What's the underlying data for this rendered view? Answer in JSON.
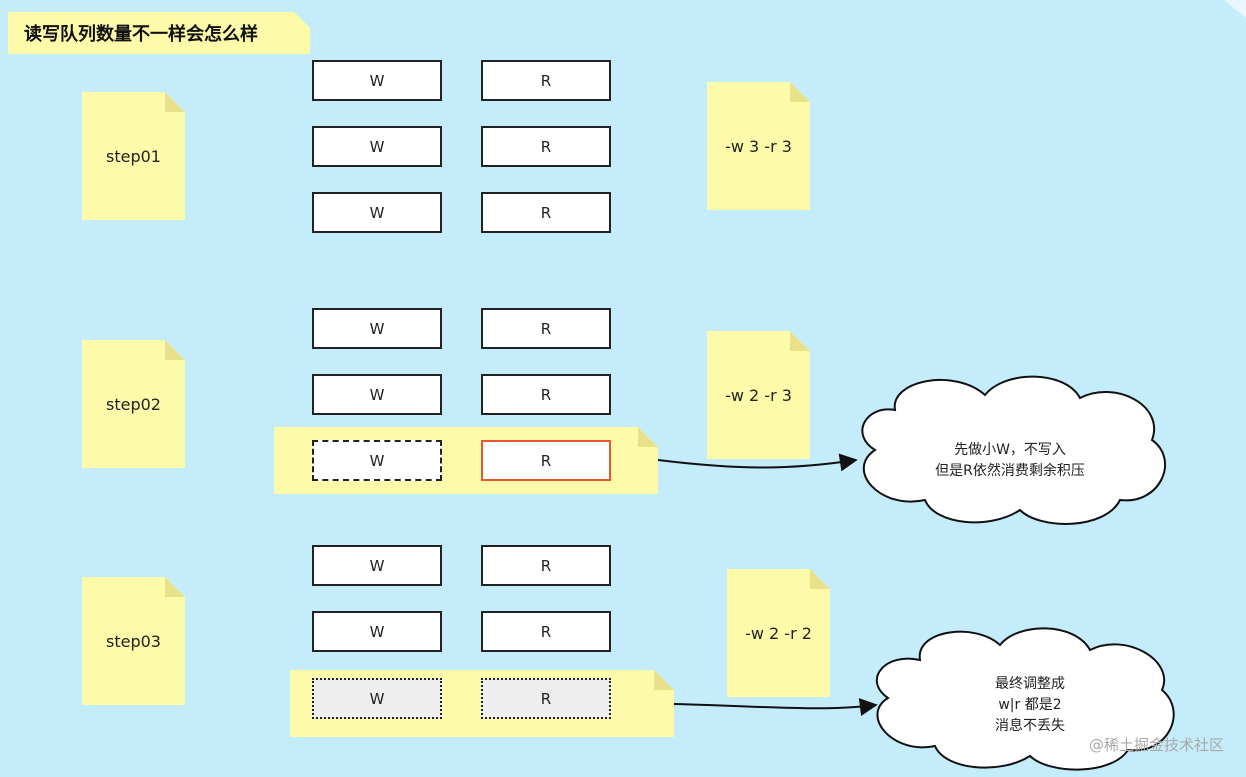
{
  "title": "读写队列数量不一样会怎么样",
  "steps": [
    {
      "label": "step01",
      "config": "-w 3 -r 3",
      "rows": [
        {
          "w": "W",
          "r": "R"
        },
        {
          "w": "W",
          "r": "R"
        },
        {
          "w": "W",
          "r": "R"
        }
      ]
    },
    {
      "label": "step02",
      "config": "-w 2 -r 3",
      "rows": [
        {
          "w": "W",
          "r": "R"
        },
        {
          "w": "W",
          "r": "R"
        },
        {
          "w": "W",
          "r": "R"
        }
      ],
      "callout": [
        "先做小W，不写入",
        "但是R依然消费剩余积压"
      ]
    },
    {
      "label": "step03",
      "config": "-w 2 -r 2",
      "rows": [
        {
          "w": "W",
          "r": "R"
        },
        {
          "w": "W",
          "r": "R"
        },
        {
          "w": "W",
          "r": "R"
        }
      ],
      "callout": [
        "最终调整成",
        "w|r 都是2",
        "消息不丢失"
      ]
    }
  ],
  "watermark": "@稀土掘金技术社区",
  "colors": {
    "background": "#c4ecfb",
    "note": "#fdfaa9",
    "highlight_border": "#e8572e"
  }
}
